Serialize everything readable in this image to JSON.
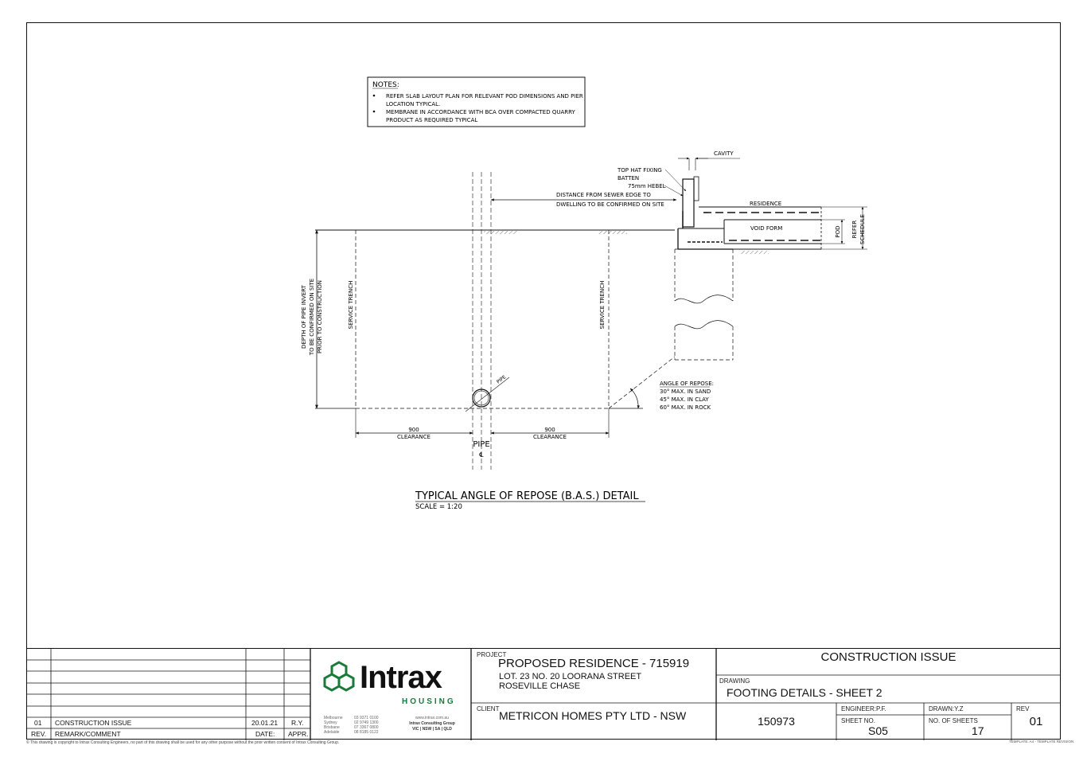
{
  "notes": {
    "heading": "NOTES:",
    "items": [
      "REFER SLAB LAYOUT PLAN FOR RELEVANT POD DIMENSIONS AND PIER",
      "LOCATION TYPICAL.",
      "MEMBRANE IN ACCORDANCE WITH BCA OVER COMPACTED QUARRY",
      "PRODUCT AS REQUIRED TYPICAL"
    ]
  },
  "detail_labels": {
    "cavity": "CAVITY",
    "top_hat_1": "TOP HAT FIXING",
    "top_hat_2": "BATTEN",
    "hebel": "75mm HEBEL",
    "distance_1": "DISTANCE FROM SEWER EDGE TO",
    "distance_2": "DWELLING TO BE CONFIRMED ON SITE",
    "residence": "RESIDENCE",
    "void_form": "VOID FORM",
    "pod": "POD",
    "refer": "REFER",
    "schedule": "SCHEDULE",
    "depth_1": "DEPTH OF PIPE INVERT",
    "depth_2": "TO BE CONFIRMED ON SITE",
    "depth_3": "PRIOR TO CONSTRUCTION",
    "service_trench_left": "SERVICE TRENCH",
    "service_trench_right": "SERVICE TRENCH",
    "pipe_diag": "PIPE",
    "angle_heading": "ANGLE OF REPOSE:",
    "angle_sand": "30° MAX. IN SAND",
    "angle_clay": "45° MAX. IN CLAY",
    "angle_rock": "60° MAX. IN ROCK",
    "clear_left_val": "900",
    "clear_left_txt": "CLEARANCE",
    "clear_right_val": "900",
    "clear_right_txt": "CLEARANCE",
    "pipe_center": "PIPE",
    "centerline": "℄",
    "title": "TYPICAL ANGLE OF REPOSE (B.A.S.) DETAIL",
    "scale": "SCALE = 1:20"
  },
  "revisions": {
    "rows": [
      {
        "rev": "01",
        "remark": "CONSTRUCTION ISSUE",
        "date": "20.01.21",
        "appr": "R.Y."
      }
    ],
    "header": {
      "rev": "REV.",
      "remark": "REMARK/COMMENT",
      "date": "DATE:",
      "appr": "APPR."
    }
  },
  "logo": {
    "name": "Intrax",
    "sub": "HOUSING",
    "offices": [
      "Melbourne",
      "Sydney",
      "Brisbane",
      "Adelaide"
    ],
    "phones": [
      "03 9371 0100",
      "02 9749 1300",
      "07 3367 0800",
      "08 8185 0122"
    ],
    "web": "www.intrax.com.au",
    "group": "Intrax Consulting Group",
    "states": "VIC | NSW | SA | QLD",
    "brand_color": "#1a7a3a"
  },
  "project": {
    "label": "PROJECT",
    "name": "PROPOSED RESIDENCE - 715919",
    "address_1": "LOT. 23 NO. 20 LOORANA STREET",
    "address_2": "ROSEVILLE CHASE"
  },
  "client": {
    "label": "CLIENT",
    "name": "METRICON HOMES PTY LTD - NSW"
  },
  "issue": {
    "status": "CONSTRUCTION ISSUE",
    "drawing_label": "DRAWING",
    "drawing": "FOOTING DETAILS - SHEET 2",
    "job_no": "150973",
    "engineer_label": "ENGINEER:",
    "engineer": "P.F.",
    "drawn_label": "DRAWN:",
    "drawn": "Y.Z",
    "rev_label": "REV",
    "rev": "01",
    "sheet_no_label": "SHEET NO.",
    "sheet_no": "S05",
    "sheets_label": "NO. OF SHEETS",
    "sheets": "17"
  },
  "footer": {
    "copyright": "This drawing is copyright to Intrax Consulting Engineers, no part of this drawing shall be used for any other purpose without the prior written consent of Intrax Consulting Group.",
    "template": "TEMPLATE: A4 - TEMPLATE REVISION"
  }
}
